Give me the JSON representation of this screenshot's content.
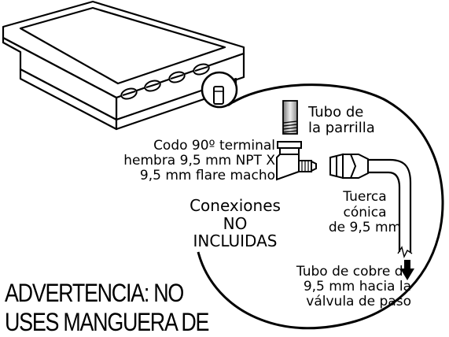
{
  "labels": {
    "tubo_parrilla": [
      "Tubo de",
      "la parrilla"
    ],
    "codo": [
      "Codo 90º terminal",
      "hembra 9,5 mm NPT X",
      "9,5 mm flare macho"
    ],
    "conexiones": [
      "Conexiones",
      "NO",
      "INCLUIDAS"
    ],
    "tuerca": [
      "Tuerca",
      "cónica",
      "de 9,5 mm"
    ],
    "tubo_cobre": [
      "Tubo de cobre de",
      "9,5 mm hacia la",
      "válvula de paso"
    ],
    "warning": [
      "ADVERTENCIA: NO",
      "USES MANGUERA DE"
    ]
  }
}
